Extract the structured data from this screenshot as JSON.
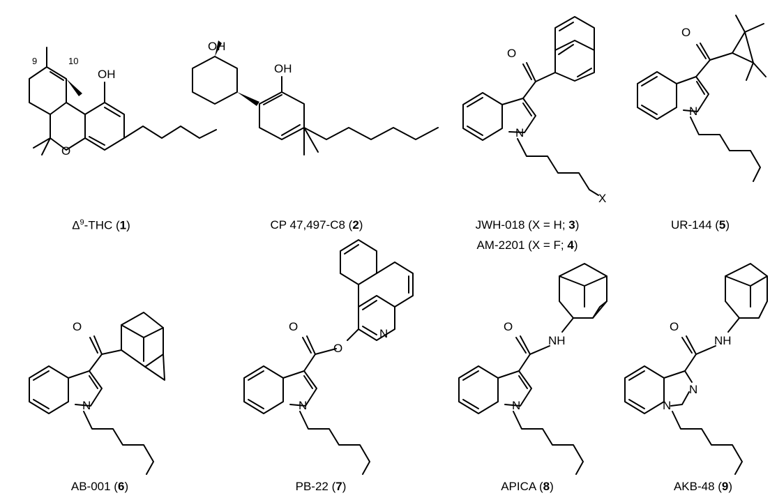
{
  "compounds": [
    {
      "label_pre": "Δ",
      "label_sup": "9",
      "label_mid": "-THC (",
      "label_num": "1",
      "label_post": ")"
    },
    {
      "label_pre": "CP 47,497-C8 (",
      "label_num": "2",
      "label_post": ")"
    },
    {
      "label_pre": "JWH-018 (X = H; ",
      "label_num": "3",
      "label_post": ")"
    },
    {
      "label_pre": "AM-2201 (X = F; ",
      "label_num": "4",
      "label_post": ")"
    },
    {
      "label_pre": "UR-144 (",
      "label_num": "5",
      "label_post": ")"
    },
    {
      "label_pre": "AB-001 (",
      "label_num": "6",
      "label_post": ")"
    },
    {
      "label_pre": "PB-22 (",
      "label_num": "7",
      "label_post": ")"
    },
    {
      "label_pre": "APICA (",
      "label_num": "8",
      "label_post": ")"
    },
    {
      "label_pre": "AKB-48 (",
      "label_num": "9",
      "label_post": ")"
    }
  ],
  "atoms": {
    "oh": "OH",
    "o": "O",
    "n": "N",
    "nh": "NH",
    "x": "X"
  },
  "thc_positions": {
    "p9": "9",
    "p10": "10"
  }
}
